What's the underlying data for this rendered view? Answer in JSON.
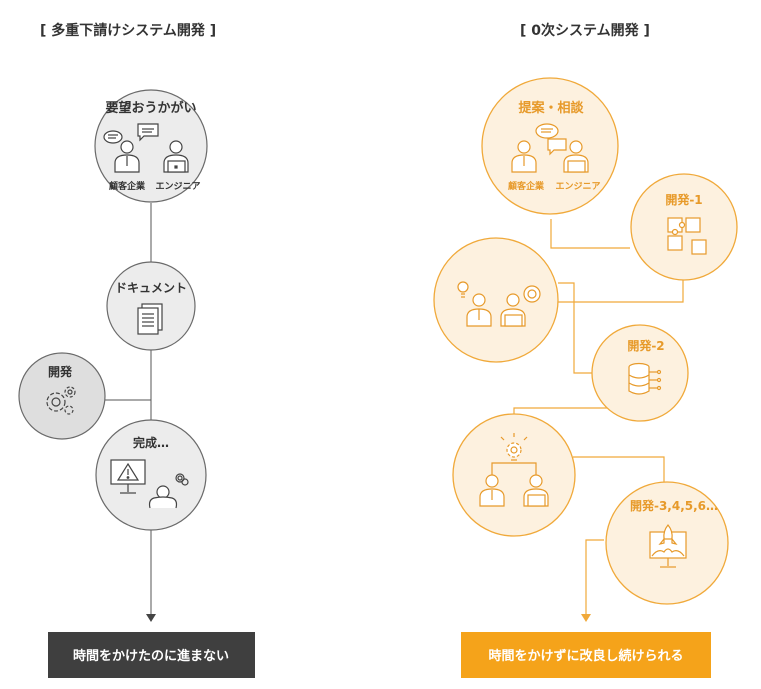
{
  "left_panel": {
    "title": "[ 多重下請けシステム開発 ]",
    "nodes": {
      "hearing": {
        "label": "要望おうかがい",
        "sub_left": "顧客企業",
        "sub_right": "エンジニア"
      },
      "document": {
        "label": "ドキュメント"
      },
      "dev": {
        "label": "開発"
      },
      "complete": {
        "label": "完成…"
      }
    },
    "result": "時間をかけたのに進まない"
  },
  "right_panel": {
    "title": "[ 0次システム開発 ]",
    "nodes": {
      "consult": {
        "label": "提案・相談",
        "sub_left": "顧客企業",
        "sub_right": "エンジニア"
      },
      "dev1": {
        "label": "開発-1"
      },
      "dev2": {
        "label": "開発-2"
      },
      "dev3": {
        "label": "開発-3,4,5,6…"
      }
    },
    "result": "時間をかけずに改良し続けられる"
  },
  "colors": {
    "gray_fill": "#ececec",
    "gray_dark_fill": "#dedede",
    "gray_stroke": "#6a6a6a",
    "gray_box": "#3f3f3f",
    "orange_fill": "#fdf1df",
    "orange_stroke": "#f0a93a",
    "orange_box": "#f5a31a",
    "text_dark": "#333333"
  },
  "icons": [
    "chat-bubble-icon",
    "person-icon",
    "laptop-icon",
    "document-icon",
    "gear-icon",
    "monitor-warning-icon",
    "confused-person-icon",
    "lightbulb-icon",
    "puzzle-icon",
    "database-icon",
    "rocket-monitor-icon"
  ]
}
